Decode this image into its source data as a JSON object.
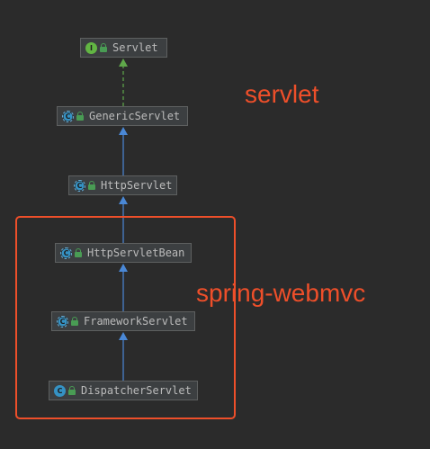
{
  "nodes": [
    {
      "id": "servlet",
      "name": "Servlet",
      "kind": "I",
      "type": "interface"
    },
    {
      "id": "generic",
      "name": "GenericServlet",
      "kind": "C",
      "type": "abstract"
    },
    {
      "id": "http",
      "name": "HttpServlet",
      "kind": "C",
      "type": "abstract"
    },
    {
      "id": "httpbean",
      "name": "HttpServletBean",
      "kind": "C",
      "type": "abstract"
    },
    {
      "id": "framework",
      "name": "FrameworkServlet",
      "kind": "C",
      "type": "abstract"
    },
    {
      "id": "dispatcher",
      "name": "DispatcherServlet",
      "kind": "C",
      "type": "class"
    }
  ],
  "edges": [
    {
      "from": "generic",
      "to": "servlet",
      "relation": "implements"
    },
    {
      "from": "http",
      "to": "generic",
      "relation": "extends"
    },
    {
      "from": "httpbean",
      "to": "http",
      "relation": "extends"
    },
    {
      "from": "framework",
      "to": "httpbean",
      "relation": "extends"
    },
    {
      "from": "dispatcher",
      "to": "framework",
      "relation": "extends"
    }
  ],
  "annotations": {
    "servlet_group": "servlet",
    "webmvc_group": "spring-webmvc"
  },
  "colors": {
    "background": "#2b2b2b",
    "implements_arrow": "#5fa84a",
    "extends_arrow": "#4a88d6",
    "annotation": "#ee4f2a"
  }
}
